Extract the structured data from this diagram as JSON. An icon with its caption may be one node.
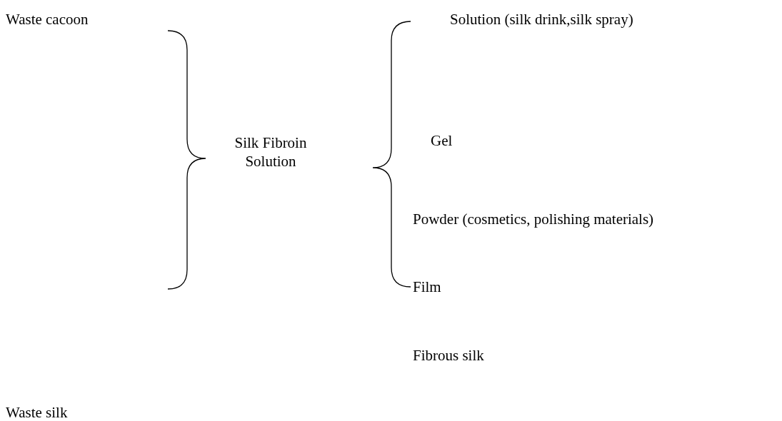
{
  "diagram": {
    "labels": [
      "Waste cacoon",
      "Solution (silk drink,silk spray)",
      "Silk Fibroin Solution",
      "Gel",
      "Powder (cosmetics, polishing materials)",
      "Film",
      "Fibrous silk",
      "Waste silk"
    ]
  }
}
